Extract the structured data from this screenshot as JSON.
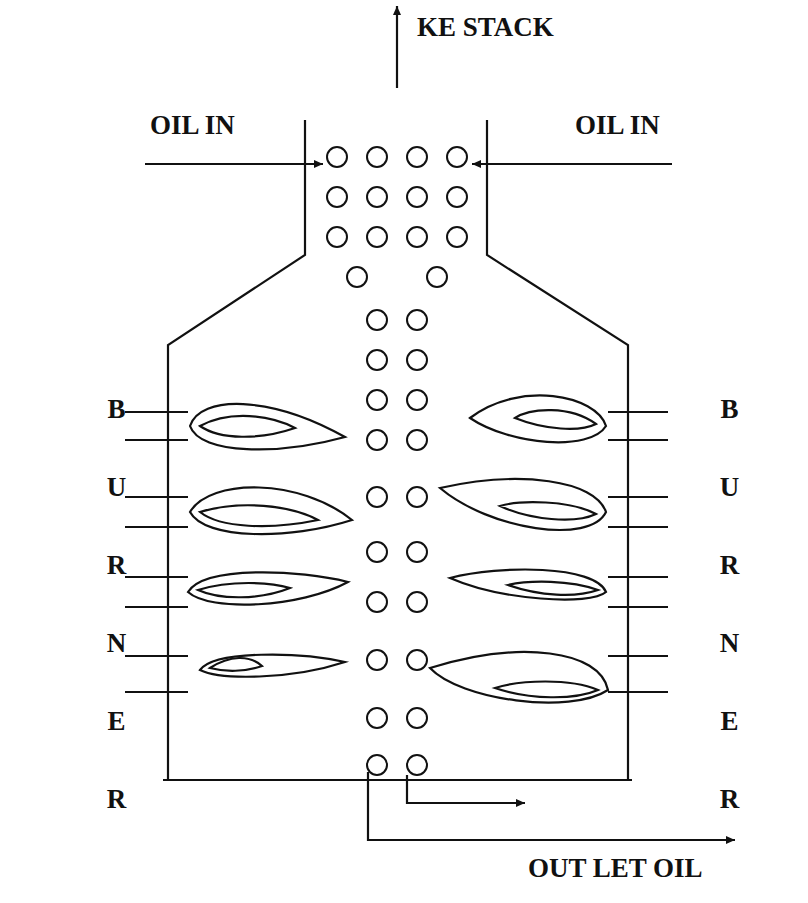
{
  "diagram": {
    "labels": [
      "KE STACK",
      "OIL IN",
      "OIL IN",
      "BURNER",
      "BURNER",
      "OUT LET OIL"
    ]
  }
}
